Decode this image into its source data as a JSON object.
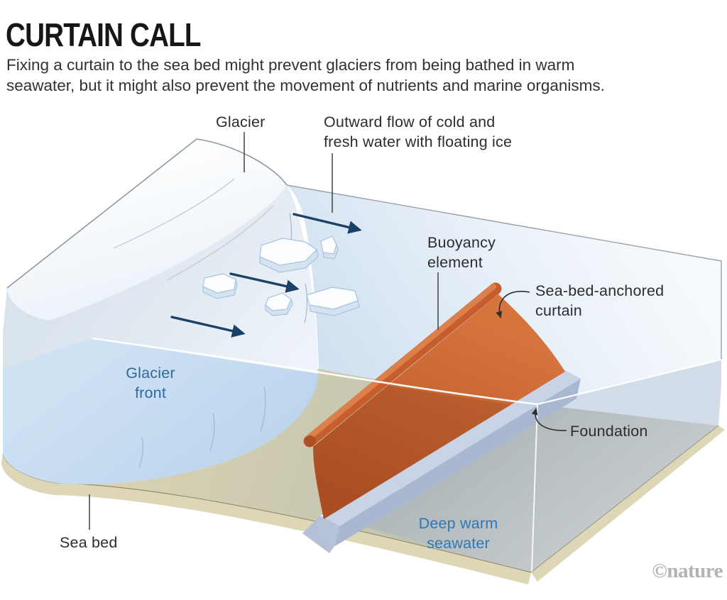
{
  "header": {
    "title": "CURTAIN CALL",
    "subtitle": "Fixing a curtain to the sea bed might prevent glaciers from being bathed in warm\nseawater, but it might also prevent the movement of nutrients and marine organisms."
  },
  "diagram": {
    "labels": {
      "glacier": "Glacier",
      "outward_flow": "Outward flow of cold and\nfresh water with floating ice",
      "buoyancy_element": "Buoyancy\nelement",
      "sea_bed_anchored_curtain": "Sea-bed-anchored\ncurtain",
      "foundation": "Foundation",
      "glacier_front": "Glacier\nfront",
      "sea_bed": "Sea bed",
      "deep_warm_seawater": "Deep warm\nseawater"
    },
    "colors": {
      "curtain_orange": "#cf6531",
      "buoyancy_tube": "#c65d2c",
      "arrow_navy": "#1c4166",
      "glacier_front_label_blue": "#33689c",
      "deep_seawater_label_blue": "#2e77b5",
      "sea_bed_tan": "#d8d2b2",
      "water_surface_blue": "#dfeaf5",
      "foundation_gray_blue": "#b7c3da",
      "leader_line_gray": "#4d4d4d"
    }
  },
  "credit": "©nature"
}
